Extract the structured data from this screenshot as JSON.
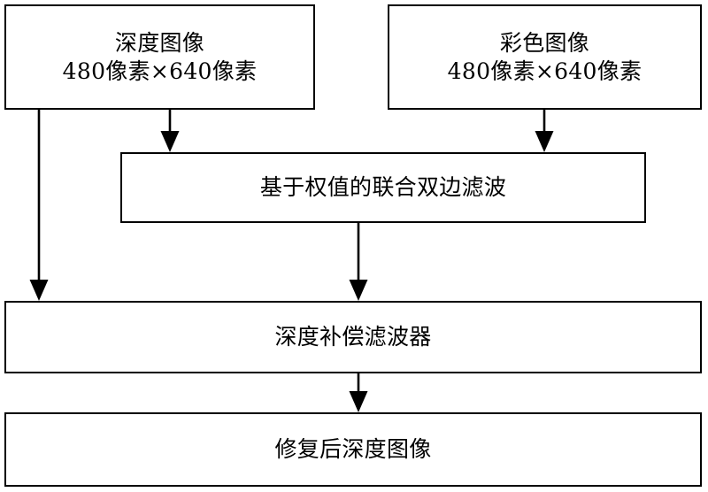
{
  "diagram": {
    "type": "flowchart",
    "orientation": "top-to-bottom",
    "background_color": "#ffffff",
    "line_color": "#000000",
    "text_color": "#000000",
    "nodes": [
      {
        "id": "depth-image",
        "label": "深度图像",
        "sublabel": "480像素×640像素",
        "shape": "rectangle"
      },
      {
        "id": "color-image",
        "label": "彩色图像",
        "sublabel": "480像素×640像素",
        "shape": "rectangle"
      },
      {
        "id": "joint-bilateral-filter",
        "label": "基于权值的联合双边滤波",
        "shape": "rectangle"
      },
      {
        "id": "depth-compensation-filter",
        "label": "深度补偿滤波器",
        "shape": "rectangle"
      },
      {
        "id": "repaired-depth-image",
        "label": "修复后深度图像",
        "shape": "rectangle"
      }
    ],
    "edges": [
      {
        "id": "e1",
        "from": "depth-image",
        "to": "depth-compensation-filter",
        "arrow": "single"
      },
      {
        "id": "e2",
        "from": "depth-image",
        "to": "joint-bilateral-filter",
        "arrow": "single"
      },
      {
        "id": "e3",
        "from": "color-image",
        "to": "joint-bilateral-filter",
        "arrow": "single"
      },
      {
        "id": "e4",
        "from": "joint-bilateral-filter",
        "to": "depth-compensation-filter",
        "arrow": "single"
      },
      {
        "id": "e5",
        "from": "depth-compensation-filter",
        "to": "repaired-depth-image",
        "arrow": "single"
      }
    ]
  }
}
